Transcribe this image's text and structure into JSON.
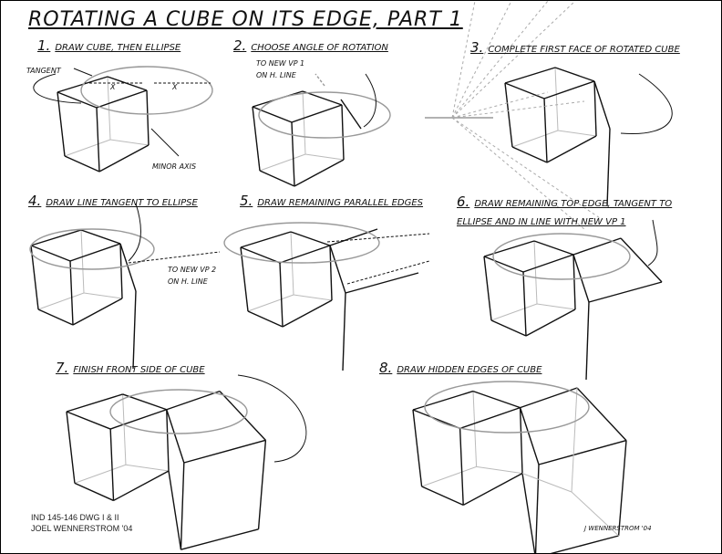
{
  "title": "ROTATING A CUBE ON ITS EDGE, PART 1",
  "steps": [
    {
      "num": "1.",
      "text": "DRAW CUBE, THEN ELLIPSE"
    },
    {
      "num": "2.",
      "text": "CHOOSE ANGLE OF ROTATION"
    },
    {
      "num": "3.",
      "text": "COMPLETE FIRST FACE OF ROTATED CUBE"
    },
    {
      "num": "4.",
      "text": "DRAW LINE TANGENT TO ELLIPSE"
    },
    {
      "num": "5.",
      "text": "DRAW REMAINING PARALLEL EDGES"
    },
    {
      "num": "6.",
      "text": "DRAW REMAINING TOP EDGE, TANGENT TO",
      "text2": "ELLIPSE AND IN LINE WITH NEW VP 1"
    },
    {
      "num": "7.",
      "text": "FINISH FRONT SIDE OF CUBE"
    },
    {
      "num": "8.",
      "text": "DRAW HIDDEN EDGES OF CUBE"
    }
  ],
  "annotations": {
    "tangent": "TANGENT",
    "x1": "X",
    "x2": "X",
    "minor_axis": "MINOR AXIS",
    "vp1_line1": "TO NEW VP 1",
    "vp1_line2": "ON H. LINE",
    "vp2_line1": "TO NEW VP 2",
    "vp2_line2": "ON H. LINE"
  },
  "credits": {
    "line1": "IND 145-146 DWG I & II",
    "line2": "JOEL WENNERSTROM '04"
  },
  "signature": "J WENNERSTROM '04"
}
